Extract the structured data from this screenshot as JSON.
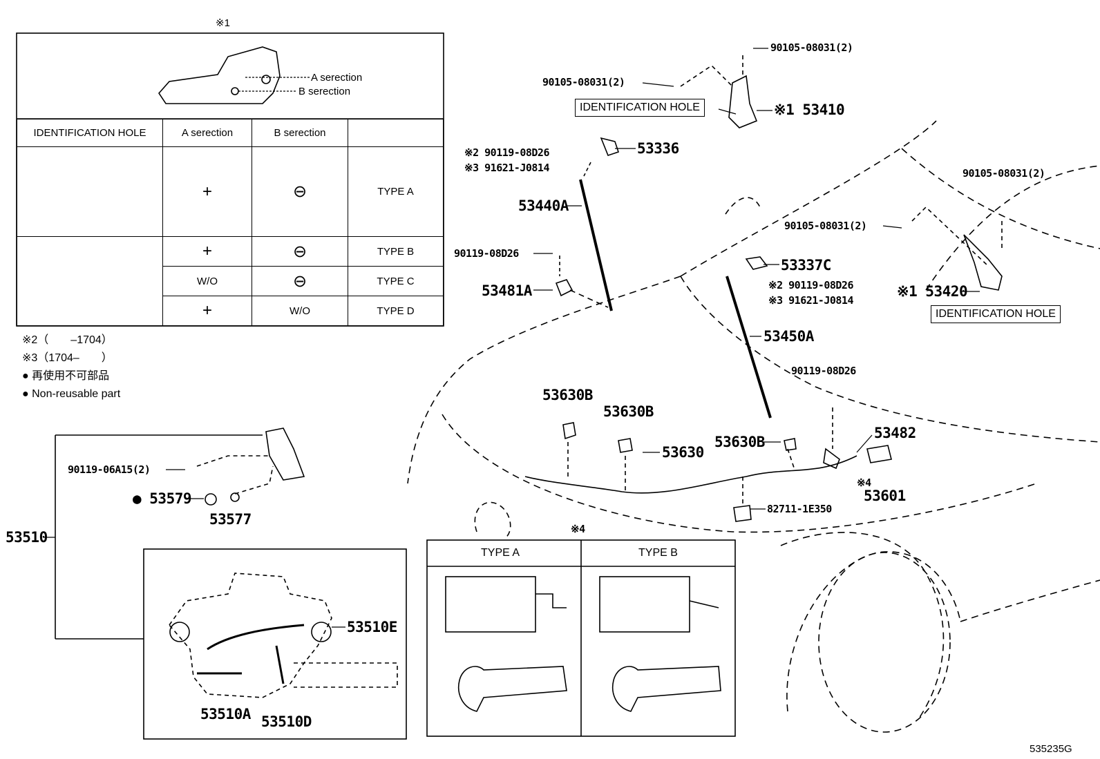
{
  "top_note_mark": "※1",
  "table": {
    "callout_a": "A serection",
    "callout_b": "B serection",
    "headers": [
      "IDENTIFICATION HOLE",
      "A serection",
      "B serection",
      ""
    ],
    "rows": [
      {
        "a": "+",
        "b": "⊖",
        "type": "TYPE A"
      },
      {
        "a": "+",
        "b": "⊖",
        "type": "TYPE B"
      },
      {
        "a": "W/O",
        "b": "⊖",
        "type": "TYPE C"
      },
      {
        "a": "+",
        "b": "W/O",
        "type": "TYPE D"
      }
    ]
  },
  "notes": {
    "note2": "※2（　　–1704）",
    "note3": "※3（1704–　　）",
    "nonreuse_jp": "● 再使用不可部品",
    "nonreuse_en": "● Non-reusable part"
  },
  "parts": {
    "p90105_a": "90105-08031(2)",
    "p90105_b": "90105-08031(2)",
    "id_hole_left": "IDENTIFICATION HOLE",
    "p53410": "※1 53410",
    "p90119_top": "※2 90119-08D26",
    "p91621_top": "※3 91621-J0814",
    "p53336": "53336",
    "p90105_c": "90105-08031(2)",
    "p90105_d": "90105-08031(2)",
    "p53440A": "53440A",
    "p90119_mid": "90119-08D26",
    "p53481A": "53481A",
    "p53337C": "53337C",
    "p90119_r": "※2 90119-08D26",
    "p91621_r": "※3 91621-J0814",
    "p53420": "※1 53420",
    "id_hole_right": "IDENTIFICATION HOLE",
    "p53450A": "53450A",
    "p90119_low": "90119-08D26",
    "p53630B_1": "53630B",
    "p53630B_2": "53630B",
    "p53630B_3": "53630B",
    "p53630": "53630",
    "p53482": "53482",
    "p53601": "53601",
    "mark4": "※4",
    "p82711": "82711-1E350",
    "p90119_06": "90119-06A15(2)",
    "p53579": "● 53579",
    "p53577": "53577",
    "p53510": "53510",
    "p53510E": "53510E",
    "p53510A": "53510A",
    "p53510D": "53510D",
    "mark4_box": "※4",
    "type_a": "TYPE A",
    "type_b": "TYPE B",
    "fig_code": "535235G"
  }
}
